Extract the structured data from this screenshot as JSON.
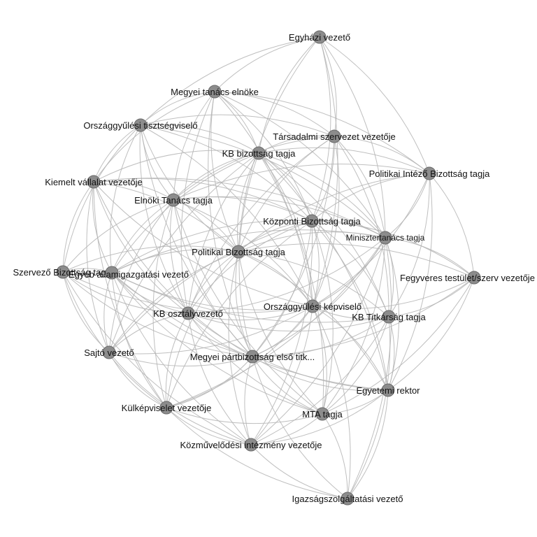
{
  "graph": {
    "nodes": [
      {
        "id": "egyhazi",
        "label": "Egyházi vezető"
      },
      {
        "id": "megyei_tanacs",
        "label": "Megyei tanács elnöke"
      },
      {
        "id": "ogy_tisztseg",
        "label": "Országgyűlési tisztségviselő"
      },
      {
        "id": "tarsadalmi",
        "label": "Társadalmi szervezet vezetője"
      },
      {
        "id": "kb_bizottsag",
        "label": "KB bizottság tagja"
      },
      {
        "id": "pib",
        "label": "Politikai Intéző Bizottság tagja"
      },
      {
        "id": "kiemelt",
        "label": "Kiemelt vállalat vezetője"
      },
      {
        "id": "elnoki",
        "label": "Elnöki Tanács tagja"
      },
      {
        "id": "kozponti",
        "label": "Központi Bizottság tagja"
      },
      {
        "id": "miniszter",
        "label": "Minisztertanács tagja"
      },
      {
        "id": "pb",
        "label": "Politikai Bizottság tagja"
      },
      {
        "id": "szervezo",
        "label": "Szervező Bizottság tagja"
      },
      {
        "id": "egyeb_allam",
        "label": "Egyéb államigazgatási vezető"
      },
      {
        "id": "fegyveres",
        "label": "Fegyveres testület/szerv vezetője"
      },
      {
        "id": "ogy_kepviselo",
        "label": "Országgyűlési képviselő"
      },
      {
        "id": "kb_osztaly",
        "label": "KB osztályvezető"
      },
      {
        "id": "kb_titkarsag",
        "label": "KB Titkárság tagja"
      },
      {
        "id": "sajto",
        "label": "Sajtó vezető"
      },
      {
        "id": "megyei_part",
        "label": "Megyei pártbizottság első titk..."
      },
      {
        "id": "egyetemi",
        "label": "Egyetemi rektor"
      },
      {
        "id": "kulkepviselet",
        "label": "Külképviselet vezetője"
      },
      {
        "id": "mta",
        "label": "MTA tagja"
      },
      {
        "id": "kozmuvelodesi",
        "label": "Közművelődési intézmény vezetője"
      },
      {
        "id": "igazsag",
        "label": "Igazságszolgáltatási vezető"
      }
    ],
    "edges": [
      [
        "egyhazi",
        "megyei_tanacs"
      ],
      [
        "egyhazi",
        "tarsadalmi"
      ],
      [
        "egyhazi",
        "kb_bizottsag"
      ],
      [
        "egyhazi",
        "pib"
      ],
      [
        "egyhazi",
        "kozponti"
      ],
      [
        "egyhazi",
        "miniszter"
      ],
      [
        "egyhazi",
        "ogy_kepviselo"
      ],
      [
        "egyhazi",
        "pb"
      ],
      [
        "egyhazi",
        "ogy_tisztseg"
      ],
      [
        "megyei_tanacs",
        "ogy_tisztseg"
      ],
      [
        "megyei_tanacs",
        "tarsadalmi"
      ],
      [
        "megyei_tanacs",
        "kb_bizottsag"
      ],
      [
        "megyei_tanacs",
        "pib"
      ],
      [
        "megyei_tanacs",
        "elnoki"
      ],
      [
        "megyei_tanacs",
        "kozponti"
      ],
      [
        "megyei_tanacs",
        "miniszter"
      ],
      [
        "megyei_tanacs",
        "pb"
      ],
      [
        "megyei_tanacs",
        "ogy_kepviselo"
      ],
      [
        "megyei_tanacs",
        "megyei_part"
      ],
      [
        "megyei_tanacs",
        "kb_osztaly"
      ],
      [
        "megyei_tanacs",
        "kiemelt"
      ],
      [
        "ogy_tisztseg",
        "tarsadalmi"
      ],
      [
        "ogy_tisztseg",
        "kb_bizottsag"
      ],
      [
        "ogy_tisztseg",
        "kiemelt"
      ],
      [
        "ogy_tisztseg",
        "elnoki"
      ],
      [
        "ogy_tisztseg",
        "kozponti"
      ],
      [
        "ogy_tisztseg",
        "pb"
      ],
      [
        "ogy_tisztseg",
        "egyeb_allam"
      ],
      [
        "ogy_tisztseg",
        "ogy_kepviselo"
      ],
      [
        "ogy_tisztseg",
        "kb_osztaly"
      ],
      [
        "ogy_tisztseg",
        "miniszter"
      ],
      [
        "ogy_tisztseg",
        "megyei_part"
      ],
      [
        "ogy_tisztseg",
        "szervezo"
      ],
      [
        "tarsadalmi",
        "kb_bizottsag"
      ],
      [
        "tarsadalmi",
        "pib"
      ],
      [
        "tarsadalmi",
        "kozponti"
      ],
      [
        "tarsadalmi",
        "miniszter"
      ],
      [
        "tarsadalmi",
        "pb"
      ],
      [
        "tarsadalmi",
        "ogy_kepviselo"
      ],
      [
        "tarsadalmi",
        "kb_titkarsag"
      ],
      [
        "tarsadalmi",
        "elnoki"
      ],
      [
        "tarsadalmi",
        "kb_osztaly"
      ],
      [
        "tarsadalmi",
        "megyei_part"
      ],
      [
        "kb_bizottsag",
        "pib"
      ],
      [
        "kb_bizottsag",
        "elnoki"
      ],
      [
        "kb_bizottsag",
        "kozponti"
      ],
      [
        "kb_bizottsag",
        "miniszter"
      ],
      [
        "kb_bizottsag",
        "pb"
      ],
      [
        "kb_bizottsag",
        "ogy_kepviselo"
      ],
      [
        "kb_bizottsag",
        "kb_osztaly"
      ],
      [
        "kb_bizottsag",
        "kb_titkarsag"
      ],
      [
        "kb_bizottsag",
        "kiemelt"
      ],
      [
        "kb_bizottsag",
        "megyei_part"
      ],
      [
        "kb_bizottsag",
        "egyeb_allam"
      ],
      [
        "kb_bizottsag",
        "sajto"
      ],
      [
        "kb_bizottsag",
        "mta"
      ],
      [
        "kb_bizottsag",
        "egyetemi"
      ],
      [
        "pib",
        "kozponti"
      ],
      [
        "pib",
        "miniszter"
      ],
      [
        "pib",
        "pb"
      ],
      [
        "pib",
        "ogy_kepviselo"
      ],
      [
        "pib",
        "kb_titkarsag"
      ],
      [
        "pib",
        "fegyveres"
      ],
      [
        "pib",
        "elnoki"
      ],
      [
        "pib",
        "egyetemi"
      ],
      [
        "kiemelt",
        "elnoki"
      ],
      [
        "kiemelt",
        "pb"
      ],
      [
        "kiemelt",
        "kozponti"
      ],
      [
        "kiemelt",
        "egyeb_allam"
      ],
      [
        "kiemelt",
        "szervezo"
      ],
      [
        "kiemelt",
        "kb_osztaly"
      ],
      [
        "kiemelt",
        "sajto"
      ],
      [
        "kiemelt",
        "ogy_kepviselo"
      ],
      [
        "kiemelt",
        "megyei_part"
      ],
      [
        "kiemelt",
        "kulkepviselet"
      ],
      [
        "kiemelt",
        "miniszter"
      ],
      [
        "elnoki",
        "kozponti"
      ],
      [
        "elnoki",
        "pb"
      ],
      [
        "elnoki",
        "egyeb_allam"
      ],
      [
        "elnoki",
        "kb_osztaly"
      ],
      [
        "elnoki",
        "ogy_kepviselo"
      ],
      [
        "elnoki",
        "megyei_part"
      ],
      [
        "elnoki",
        "sajto"
      ],
      [
        "elnoki",
        "miniszter"
      ],
      [
        "elnoki",
        "kulkepviselet"
      ],
      [
        "elnoki",
        "szervezo"
      ],
      [
        "elnoki",
        "mta"
      ],
      [
        "kozponti",
        "miniszter"
      ],
      [
        "kozponti",
        "pb"
      ],
      [
        "kozponti",
        "ogy_kepviselo"
      ],
      [
        "kozponti",
        "kb_titkarsag"
      ],
      [
        "kozponti",
        "kb_osztaly"
      ],
      [
        "kozponti",
        "megyei_part"
      ],
      [
        "kozponti",
        "egyetemi"
      ],
      [
        "kozponti",
        "mta"
      ],
      [
        "kozponti",
        "fegyveres"
      ],
      [
        "kozponti",
        "egyeb_allam"
      ],
      [
        "kozponti",
        "kulkepviselet"
      ],
      [
        "kozponti",
        "sajto"
      ],
      [
        "kozponti",
        "kozmuvelodesi"
      ],
      [
        "miniszter",
        "pb"
      ],
      [
        "miniszter",
        "ogy_kepviselo"
      ],
      [
        "miniszter",
        "kb_titkarsag"
      ],
      [
        "miniszter",
        "fegyveres"
      ],
      [
        "miniszter",
        "egyetemi"
      ],
      [
        "miniszter",
        "mta"
      ],
      [
        "miniszter",
        "megyei_part"
      ],
      [
        "miniszter",
        "kb_osztaly"
      ],
      [
        "miniszter",
        "egyeb_allam"
      ],
      [
        "miniszter",
        "kulkepviselet"
      ],
      [
        "miniszter",
        "igazsag"
      ],
      [
        "miniszter",
        "kozmuvelodesi"
      ],
      [
        "pb",
        "ogy_kepviselo"
      ],
      [
        "pb",
        "kb_titkarsag"
      ],
      [
        "pb",
        "kb_osztaly"
      ],
      [
        "pb",
        "megyei_part"
      ],
      [
        "pb",
        "egyeb_allam"
      ],
      [
        "pb",
        "szervezo"
      ],
      [
        "pb",
        "sajto"
      ],
      [
        "pb",
        "kulkepviselet"
      ],
      [
        "pb",
        "egyetemi"
      ],
      [
        "pb",
        "mta"
      ],
      [
        "pb",
        "fegyveres"
      ],
      [
        "pb",
        "kozmuvelodesi"
      ],
      [
        "szervezo",
        "egyeb_allam"
      ],
      [
        "szervezo",
        "kb_osztaly"
      ],
      [
        "szervezo",
        "sajto"
      ],
      [
        "szervezo",
        "kulkepviselet"
      ],
      [
        "szervezo",
        "megyei_part"
      ],
      [
        "szervezo",
        "ogy_kepviselo"
      ],
      [
        "szervezo",
        "kozmuvelodesi"
      ],
      [
        "egyeb_allam",
        "kb_osztaly"
      ],
      [
        "egyeb_allam",
        "sajto"
      ],
      [
        "egyeb_allam",
        "ogy_kepviselo"
      ],
      [
        "egyeb_allam",
        "megyei_part"
      ],
      [
        "egyeb_allam",
        "kulkepviselet"
      ],
      [
        "egyeb_allam",
        "kb_titkarsag"
      ],
      [
        "egyeb_allam",
        "kozmuvelodesi"
      ],
      [
        "egyeb_allam",
        "mta"
      ],
      [
        "egyeb_allam",
        "egyetemi"
      ],
      [
        "fegyveres",
        "ogy_kepviselo"
      ],
      [
        "fegyveres",
        "kb_titkarsag"
      ],
      [
        "fegyveres",
        "egyetemi"
      ],
      [
        "fegyveres",
        "megyei_part"
      ],
      [
        "fegyveres",
        "mta"
      ],
      [
        "ogy_kepviselo",
        "kb_osztaly"
      ],
      [
        "ogy_kepviselo",
        "kb_titkarsag"
      ],
      [
        "ogy_kepviselo",
        "megyei_part"
      ],
      [
        "ogy_kepviselo",
        "egyetemi"
      ],
      [
        "ogy_kepviselo",
        "mta"
      ],
      [
        "ogy_kepviselo",
        "kozmuvelodesi"
      ],
      [
        "ogy_kepviselo",
        "kulkepviselet"
      ],
      [
        "ogy_kepviselo",
        "sajto"
      ],
      [
        "ogy_kepviselo",
        "igazsag"
      ],
      [
        "kb_osztaly",
        "sajto"
      ],
      [
        "kb_osztaly",
        "megyei_part"
      ],
      [
        "kb_osztaly",
        "kulkepviselet"
      ],
      [
        "kb_osztaly",
        "kozmuvelodesi"
      ],
      [
        "kb_osztaly",
        "kb_titkarsag"
      ],
      [
        "kb_osztaly",
        "mta"
      ],
      [
        "kb_osztaly",
        "egyetemi"
      ],
      [
        "kb_titkarsag",
        "megyei_part"
      ],
      [
        "kb_titkarsag",
        "egyetemi"
      ],
      [
        "kb_titkarsag",
        "mta"
      ],
      [
        "kb_titkarsag",
        "igazsag"
      ],
      [
        "kb_titkarsag",
        "kozmuvelodesi"
      ],
      [
        "sajto",
        "megyei_part"
      ],
      [
        "sajto",
        "kulkepviselet"
      ],
      [
        "sajto",
        "kozmuvelodesi"
      ],
      [
        "megyei_part",
        "kulkepviselet"
      ],
      [
        "megyei_part",
        "kozmuvelodesi"
      ],
      [
        "megyei_part",
        "mta"
      ],
      [
        "megyei_part",
        "egyetemi"
      ],
      [
        "megyei_part",
        "igazsag"
      ],
      [
        "egyetemi",
        "mta"
      ],
      [
        "egyetemi",
        "igazsag"
      ],
      [
        "egyetemi",
        "kozmuvelodesi"
      ],
      [
        "kulkepviselet",
        "kozmuvelodesi"
      ],
      [
        "kulkepviselet",
        "mta"
      ],
      [
        "kulkepviselet",
        "igazsag"
      ],
      [
        "mta",
        "kozmuvelodesi"
      ],
      [
        "mta",
        "igazsag"
      ],
      [
        "kozmuvelodesi",
        "igazsag"
      ]
    ]
  }
}
